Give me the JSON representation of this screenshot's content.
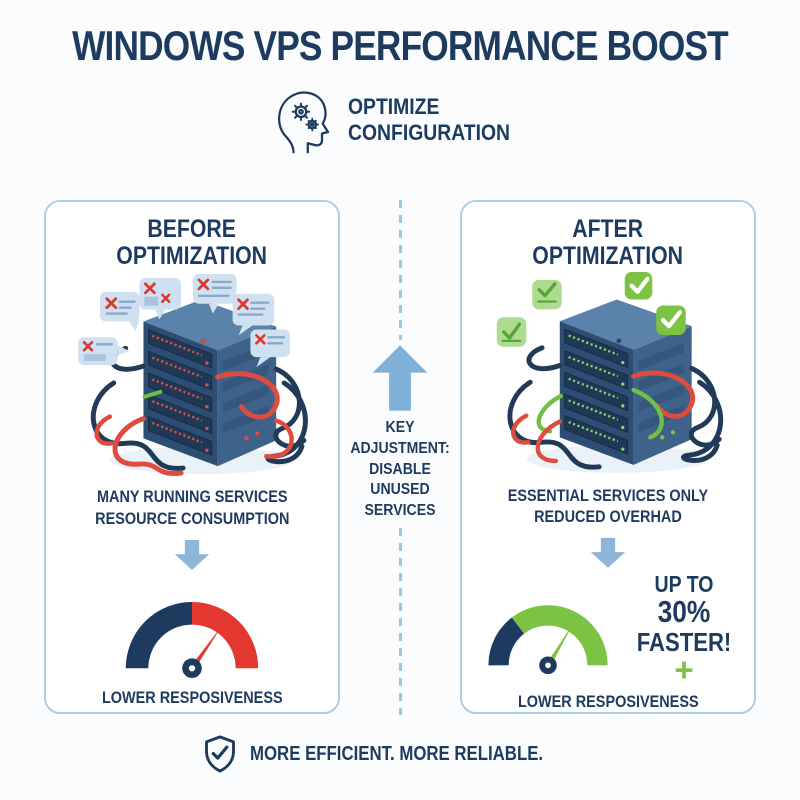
{
  "title": "WINDOWS VPS PERFORMANCE BOOST",
  "subtitle": "OPTIMIZE\nCONFIGURATION",
  "middle": {
    "key_adjustment": "KEY ADJUSTMENT:\nDISABLE UNUSED\nSERVICES"
  },
  "before": {
    "heading": "BEFORE\nOPTIMIZATION",
    "description": "MANY RUNNING SERVICES\nRESOURCE CONSUMPTION",
    "result": "LOWER RESPOSIVENESS"
  },
  "after": {
    "heading": "AFTER\nOPTIMIZATION",
    "description": "ESSENTIAL SERVICES ONLY\nREDUCED OVERHAD",
    "boost": {
      "up_to": "UP TO",
      "percent": "30%",
      "faster": "FASTER!",
      "plus": "+"
    },
    "result": "LOWER RESPOSIVENESS"
  },
  "footer_tagline": "MORE EFFICIENT. MORE RELIABLE.",
  "icons": {
    "subtitle_icon": "brain-with-gears",
    "middle_arrow": "up-arrow",
    "panel_arrows": "down-arrow",
    "before_markers": "speech-bubbles-with-red-x",
    "after_markers": "green-check-badges",
    "before_gauge": "half-navy-half-red-speedometer",
    "after_gauge": "navy-green-speedometer",
    "footer_icon": "shield-with-check"
  },
  "colors": {
    "navy": "#1d3b5e",
    "red": "#e2382f",
    "green": "#7cc344",
    "light_green": "#aedb90",
    "light_blue": "#8cb6da",
    "panel_border": "#abcfe8",
    "bubble_fill": "#cfe1f0",
    "background": "#fbfcfd"
  }
}
